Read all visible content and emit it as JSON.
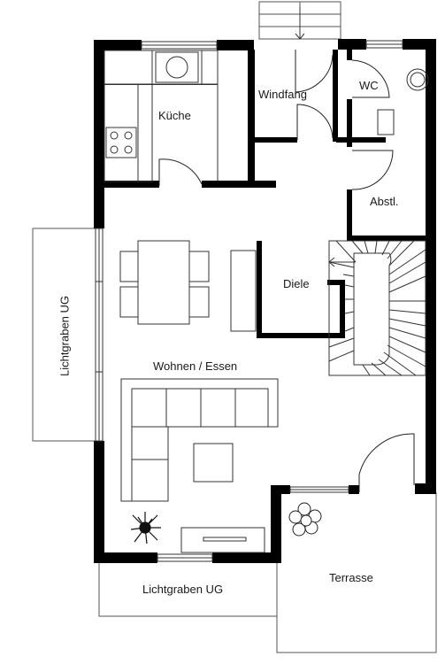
{
  "rooms": {
    "kueche": "Küche",
    "windfang": "Windfang",
    "wc": "WC",
    "abstl": "Abstl.",
    "diele": "Diele",
    "wohnen_essen": "Wohnen / Essen",
    "lichtgraben_side": "Lichtgraben UG",
    "lichtgraben_bottom": "Lichtgraben UG",
    "terrasse": "Terrasse"
  }
}
